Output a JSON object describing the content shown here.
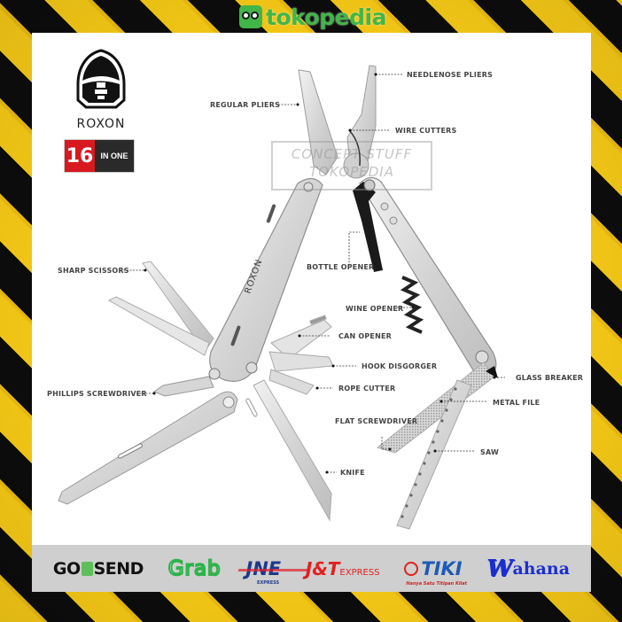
{
  "marketplace": {
    "name": "tokopedia",
    "logo_color": "#42b549"
  },
  "brand": {
    "name": "ROXON",
    "badge": {
      "number": "16",
      "text": "IN ONE",
      "number_bg": "#d71920",
      "text_bg": "#2a2a2a"
    }
  },
  "watermark": {
    "line1": "CONCEPT STUFF",
    "line2": "TOKOPEDIA"
  },
  "product": {
    "handle_engraving": "ROXON",
    "features": [
      {
        "id": "needlenose-pliers",
        "label": "NEEDLENOSE PLIERS"
      },
      {
        "id": "regular-pliers",
        "label": "REGULAR PLIERS"
      },
      {
        "id": "wire-cutters",
        "label": "WIRE CUTTERS"
      },
      {
        "id": "bottle-opener",
        "label": "BOTTLE OPENER"
      },
      {
        "id": "sharp-scissors",
        "label": "SHARP SCISSORS"
      },
      {
        "id": "wine-opener",
        "label": "WINE OPENER"
      },
      {
        "id": "can-opener",
        "label": "CAN OPENER"
      },
      {
        "id": "hook-disgorger",
        "label": "HOOK DISGORGER"
      },
      {
        "id": "glass-breaker",
        "label": "GLASS BREAKER"
      },
      {
        "id": "phillips-screwdriver",
        "label": "PHILLIPS SCREWDRIVER"
      },
      {
        "id": "rope-cutter",
        "label": "ROPE CUTTER"
      },
      {
        "id": "metal-file",
        "label": "METAL FILE"
      },
      {
        "id": "flat-screwdriver",
        "label": "FLAT SCREWDRIVER"
      },
      {
        "id": "saw",
        "label": "SAW"
      },
      {
        "id": "knife",
        "label": "KNIFE"
      }
    ]
  },
  "couriers": [
    {
      "name": "GOSEND",
      "part1": "GO",
      "part2": "SEND"
    },
    {
      "name": "Grab",
      "text": "Grab"
    },
    {
      "name": "JNE",
      "text": "JNE",
      "sub": "EXPRESS"
    },
    {
      "name": "J&T",
      "text": "J&T",
      "sub": "EXPRESS"
    },
    {
      "name": "TIKI",
      "text": "TIKI",
      "sub": "Hanya Satu Titipan Kilat"
    },
    {
      "name": "Wahana",
      "w": "W",
      "text": "ahana"
    }
  ],
  "colors": {
    "hazard_yellow": "#f3c716",
    "hazard_black": "#0c0c0c",
    "strip_gray": "#cfcfcf",
    "steel": "#d9d9d9"
  }
}
